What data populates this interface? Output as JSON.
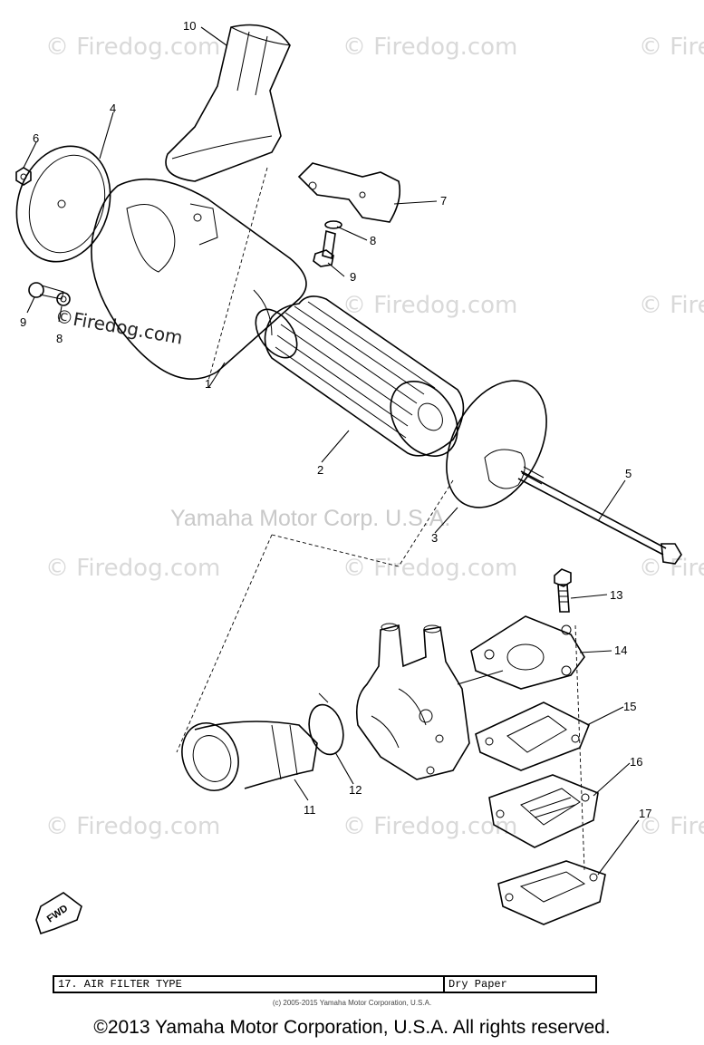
{
  "watermarks": {
    "firedog": "© Firedog.com",
    "firedog_plain": "©Firedog.com",
    "yamaha": "Yamaha Motor Corp. U.S.A."
  },
  "callouts": [
    "10",
    "4",
    "6",
    "7",
    "8",
    "9",
    "9",
    "8",
    "1",
    "2",
    "5",
    "3",
    "13",
    "14",
    "15",
    "16",
    "17",
    "11",
    "12"
  ],
  "fwd_label": "FWD",
  "spec": {
    "label": "17.  AIR FILTER TYPE",
    "value": "Dry Paper"
  },
  "small_copyright": "(c) 2005-2015 Yamaha Motor Corporation, U.S.A.",
  "copyright": "©2013 Yamaha Motor Corporation, U.S.A. All rights reserved."
}
